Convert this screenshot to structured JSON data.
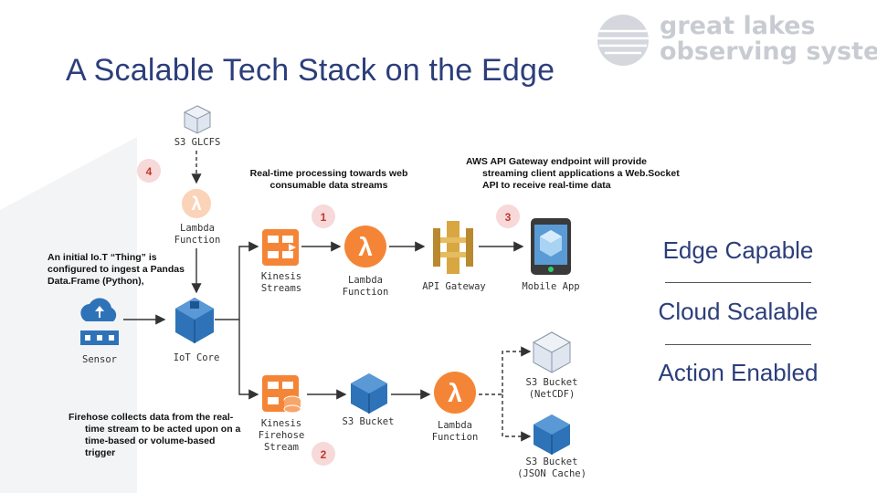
{
  "slide": {
    "title": "A Scalable Tech Stack on the Edge",
    "logo": {
      "line1": "great lakes",
      "line2": "observing system"
    }
  },
  "nodes": {
    "s3_glcfs": "S3 GLCFS",
    "lambda_top": [
      "Lambda",
      "Function"
    ],
    "kinesis_streams": [
      "Kinesis",
      "Streams"
    ],
    "lambda_mid": [
      "Lambda",
      "Function"
    ],
    "api_gateway": "API Gateway",
    "mobile_app": "Mobile App",
    "sensor": "Sensor",
    "iot_core": "IoT Core",
    "kinesis_firehose": [
      "Kinesis",
      "Firehose",
      "Stream"
    ],
    "s3_bucket": "S3 Bucket",
    "lambda_bottom": [
      "Lambda",
      "Function"
    ],
    "s3_netcdf": [
      "S3 Bucket",
      "(NetCDF)"
    ],
    "s3_json": [
      "S3 Bucket",
      "(JSON Cache)"
    ]
  },
  "steps": {
    "one": "1",
    "two": "2",
    "three": "3",
    "four": "4"
  },
  "notes": {
    "realtime": [
      "Real-time processing towards web",
      "consumable data streams"
    ],
    "api": [
      "AWS API Gateway endpoint will provide",
      "streaming client applications a Web.Socket",
      "API to receive real-time data"
    ],
    "thing": [
      "An initial Io.T “Thing” is",
      "configured to ingest a Pandas",
      "Data.Frame (Python),"
    ],
    "firehose": [
      "Firehose collects data from the real-",
      "time stream to be acted upon on a",
      "time-based or volume-based",
      "trigger"
    ]
  },
  "right_panel": [
    "Edge Capable",
    "Cloud Scalable",
    "Action Enabled"
  ],
  "colors": {
    "title": "#2c3e7a",
    "aws_orange": "#f58536",
    "aws_blue": "#2e73b8",
    "gateway_gold": "#d9a741",
    "badge_fill": "#f7d9d9",
    "badge_text": "#c0392b",
    "arrow": "#333333"
  }
}
